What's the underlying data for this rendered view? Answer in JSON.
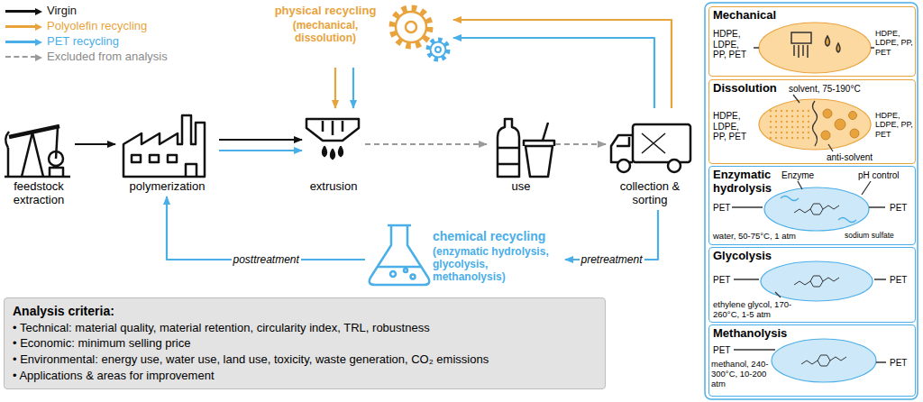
{
  "diagram": {
    "nodes": [
      {
        "text": [
          "feedstock extraction"
        ]
      },
      {
        "text": [
          "polymerization"
        ]
      },
      {
        "text": [
          "extrusion"
        ]
      },
      {
        "text": [
          "use"
        ]
      },
      {
        "text": [
          "collection & sorting"
        ]
      },
      {
        "text": [
          "physical recycling",
          "(mechanical, dissolution)"
        ]
      },
      {
        "text": [
          "chemical recycling",
          "(enzymatic hydrolysis, glycolysis, methanolysis)"
        ]
      },
      {
        "text": [
          "Analysis criteria:",
          "• Technical: material quality, material retention, circularity index, TRL, robustness",
          "• Economic: minimum selling price",
          "• Environmental: energy use, water use, land use, toxicity, waste generation, CO₂ emissions",
          "• Applications & areas for improvement"
        ]
      },
      {
        "text": [
          "Mechanical",
          "HDPE, LDPE, PP, PET",
          "HDPE, LDPE, PP, PET"
        ]
      },
      {
        "text": [
          "Dissolution",
          "solvent, 75-190°C",
          "HDPE, LDPE, PP, PET",
          "anti-solvent",
          "HDPE, LDPE, PP, PET"
        ]
      },
      {
        "text": [
          "Enzymatic hydrolysis",
          "Enzyme",
          "pH control",
          "PET",
          "PET",
          "water, 50-75°C, 1 atm",
          "sodium sulfate"
        ]
      },
      {
        "text": [
          "Glycolysis",
          "PET",
          "PET",
          "ethylene glycol, 170-260°C, 1-5 atm"
        ]
      },
      {
        "text": [
          "Methanolysis",
          "PET",
          "PET",
          "methanol, 240-300°C, 10-200 atm"
        ]
      }
    ],
    "edges": [
      {
        "from": 0,
        "to": 1,
        "arrow": "to"
      },
      {
        "from": 1,
        "to": 2,
        "arrow": "to"
      },
      {
        "from": 1,
        "to": 2,
        "arrow": "to"
      },
      {
        "from": 2,
        "to": 3,
        "arrow": "to"
      },
      {
        "from": 3,
        "to": 4,
        "arrow": "to"
      },
      {
        "from": 4,
        "to": 5,
        "arrow": "to"
      },
      {
        "from": 4,
        "to": 5,
        "arrow": "to"
      },
      {
        "from": 5,
        "to": 2,
        "arrow": "to"
      },
      {
        "from": 5,
        "to": 2,
        "arrow": "to"
      },
      {
        "from": 4,
        "to": 6,
        "label": "pretreatment",
        "arrow": "to"
      },
      {
        "from": 6,
        "to": 1,
        "label": "posttreatment",
        "arrow": "to"
      }
    ],
    "legend": [
      {
        "text": "Virgin",
        "color": "#111111"
      },
      {
        "text": "Polyolefin recycling",
        "color": "#e8a33d"
      },
      {
        "text": "PET recycling",
        "color": "#4aaee8"
      },
      {
        "text": "Excluded from analysis"
      }
    ]
  }
}
